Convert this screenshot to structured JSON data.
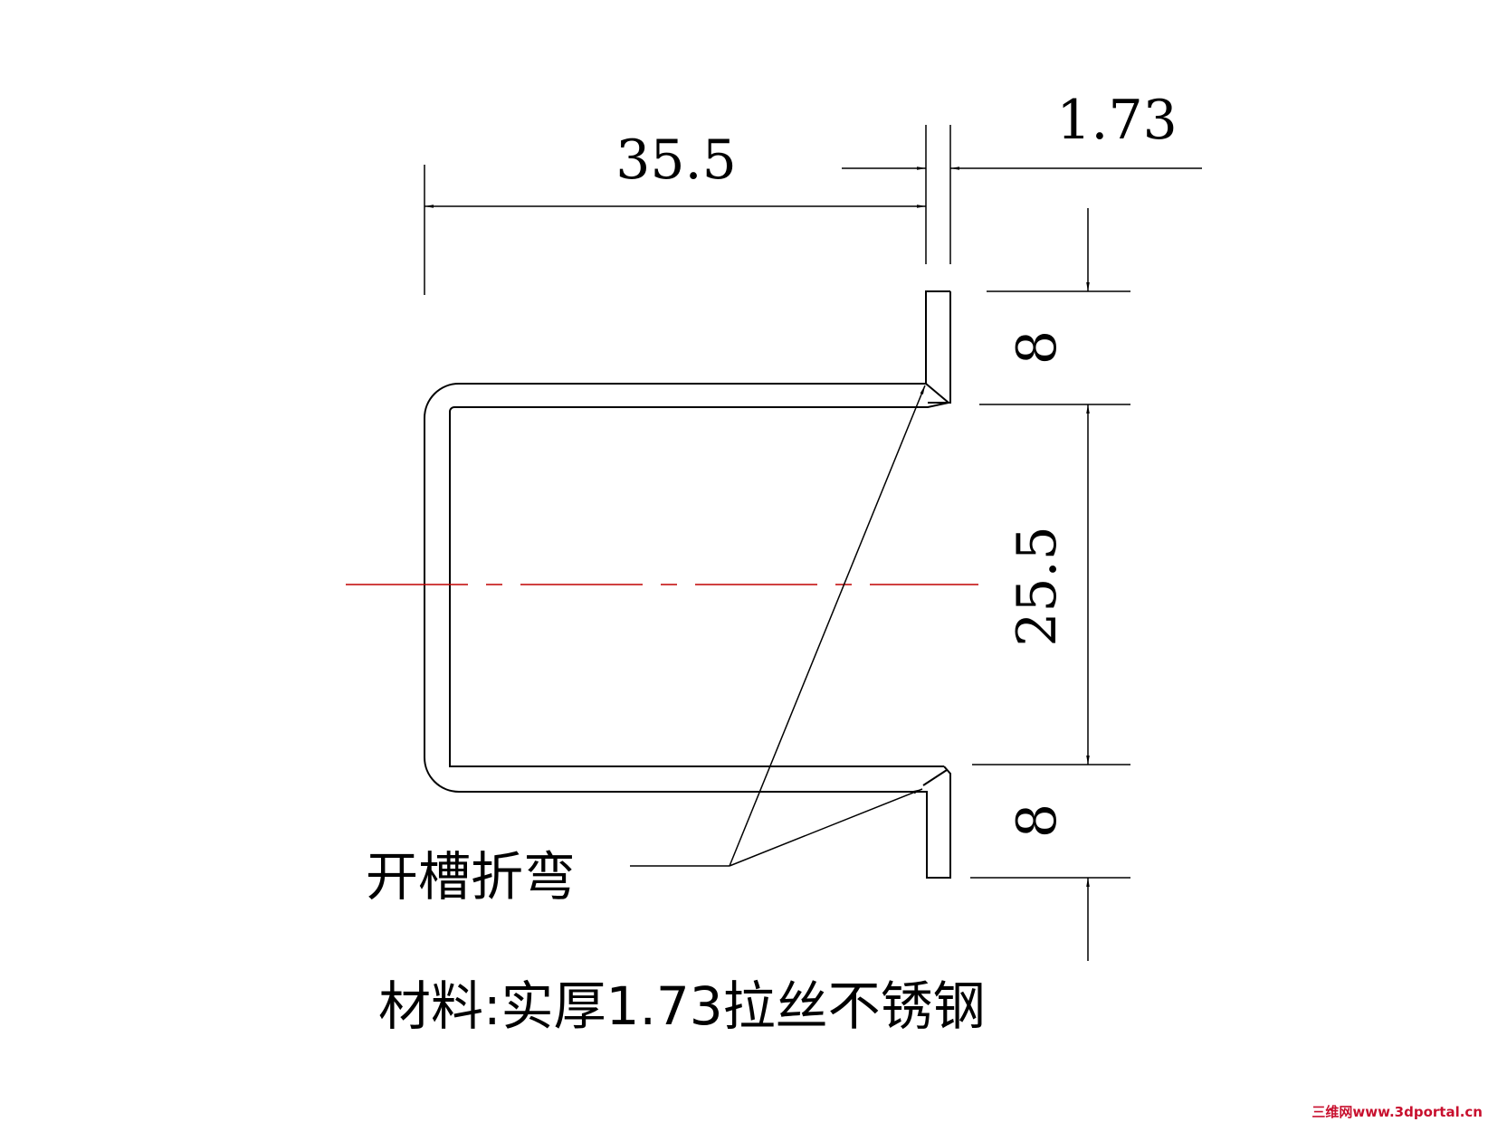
{
  "dimensions": {
    "width": "35.5",
    "thickness": "1.73",
    "flange_top": "8",
    "height": "25.5",
    "flange_bottom": "8"
  },
  "labels": {
    "slot_bend": "开槽折弯",
    "material": "材料:实厚1.73拉丝不锈钢"
  },
  "watermark": "三维网www.3dportal.cn",
  "colors": {
    "line": "#000000",
    "centerline": "#c00000",
    "watermark": "#c8102e"
  }
}
